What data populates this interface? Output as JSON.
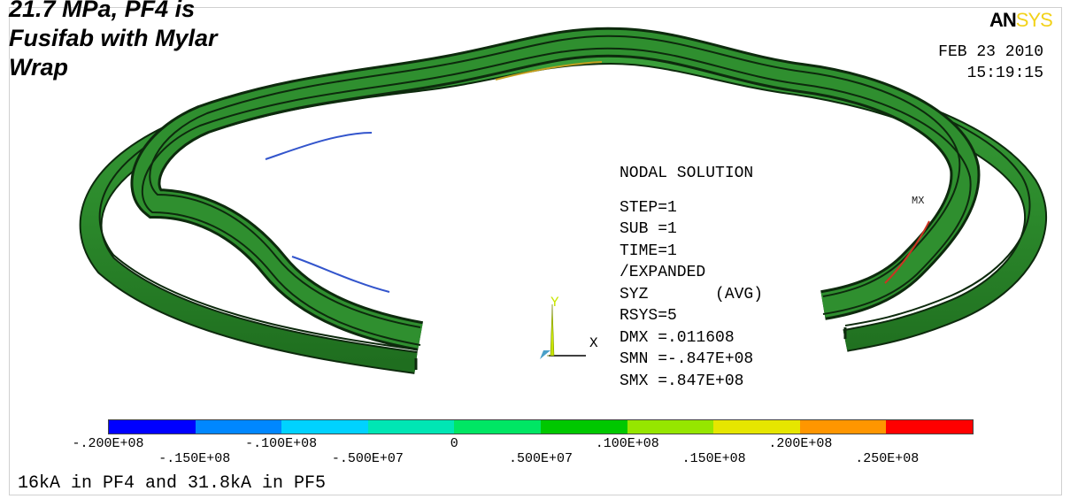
{
  "title_lines": [
    "21.7 MPa, PF4 is",
    "Fusifab with Mylar",
    "Wrap"
  ],
  "logo": {
    "part1": "AN",
    "part2": "SYS"
  },
  "date": "FEB 23 2010",
  "time": "15:19:15",
  "solution": {
    "heading": "NODAL SOLUTION",
    "lines": [
      "STEP=1",
      "SUB =1",
      "TIME=1",
      "/EXPANDED",
      "SYZ       (AVG)",
      "RSYS=5",
      "DMX =.011608",
      "SMN =-.847E+08",
      "SMX =.847E+08"
    ]
  },
  "triad": {
    "y_label": "Y",
    "x_label": "X"
  },
  "node_label": "MX",
  "colorbar": {
    "colors": [
      "#0000ff",
      "#0087ff",
      "#00d2ff",
      "#00e6b4",
      "#00e664",
      "#00c800",
      "#96e600",
      "#e6e600",
      "#ff9600",
      "#ff0000"
    ],
    "ticks_top": [
      "-.200E+08",
      "-.100E+08",
      "0",
      ".100E+08",
      ".200E+08"
    ],
    "ticks_bottom": [
      "-.150E+08",
      "-.500E+07",
      ".500E+07",
      ".150E+08",
      ".250E+08"
    ]
  },
  "footer": "16kA in PF4 and 31.8kA in PF5",
  "colors": {
    "coil_green": "#2f8f2f",
    "coil_edge": "#0d2a0d",
    "logo_yellow": "#f2d21a"
  }
}
